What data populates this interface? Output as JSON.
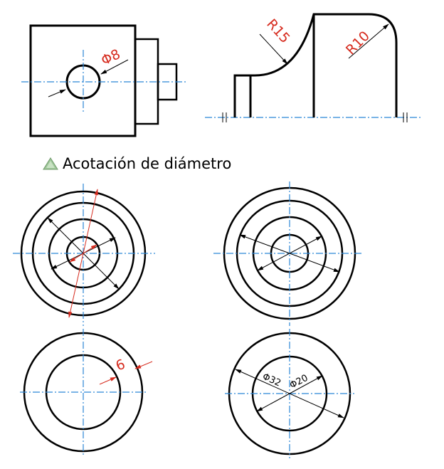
{
  "heading": {
    "text": "Acotación de diámetro",
    "icon": "triangle-icon"
  },
  "labels": {
    "phi8": "Φ8",
    "r15": "R15",
    "r10": "R10",
    "six": "6",
    "phi32": "Φ32",
    "phi20": "Φ20"
  },
  "colors": {
    "outline": "#000000",
    "centerline": "#2b86d6",
    "dimension_highlight": "#d62b1e",
    "icon_fill": "#9fc79a"
  }
}
